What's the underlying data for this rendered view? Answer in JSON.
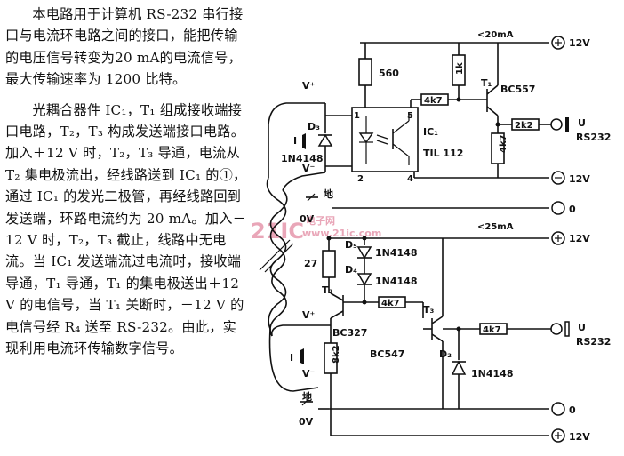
{
  "description": {
    "paragraph1": "本电路用于计算机 RS-232 串行接口与电流环电路之间的接口，能把传输的电压信号转变为20 mA的电流信号，最大传输速率为 1200 比特。",
    "paragraph2": "光耦合器件 IC₁，T₁ 组成接收端接口电路，T₂，T₃ 构成发送端接口电路。加入＋12 V 时，T₂，T₃ 导通，电流从 T₂ 集电极流出，经线路送到 IC₁ 的①，通过 IC₁ 的发光二极管，再经线路回到发送端，环路电流约为 20 mA。加入－12 V 时，T₂，T₃ 截止，线路中无电流。当 IC₁ 发送端流过电流时，接收端导通，T₁ 导通，T₁ 的集电极送出＋12 V 的电信号，当 T₁ 关断时，－12 V 的电信号经 R₄ 送至 RS-232。由此，实现利用电流环传输数字信号。"
  },
  "watermark": {
    "main": "21IC",
    "sub1": "电子网",
    "sub2": "www.21ic.com"
  },
  "circuit": {
    "upper": {
      "current": "<20mA",
      "r_560": "560",
      "r_1k": "1k",
      "r_4k7": "4k7",
      "r_2k2": "2k2",
      "r_4k7_v": "4k7",
      "t1": "T₁",
      "t1_part": "BC557",
      "ic": "IC₁",
      "ic_part": "TIL 112",
      "pin1": "1",
      "pin2": "2",
      "pin4": "4",
      "pin5": "5",
      "d3": "D₃",
      "d3_part": "1N4148",
      "i_label": "I",
      "v_plus": "V⁺",
      "v_minus": "V⁻",
      "gnd_label": "地",
      "zero_v": "0V",
      "rail_p12": "12V",
      "rail_m12": "12V",
      "out_u": "U",
      "out_rs": "RS232"
    },
    "lower": {
      "current": "<25mA",
      "rail_p12": "12V",
      "rail_m12": "12V",
      "rail_zero": "0",
      "d5": "D₅",
      "d5_part": "1N4148",
      "d4": "D₄",
      "d4_part": "1N4148",
      "r_27": "27",
      "t2": "T₂",
      "t2_part": "BC327",
      "r_4k7_b": "4k7",
      "t3": "T₃",
      "t3_part": "BC547",
      "r_4k7_out": "4k7",
      "d2": "D₂",
      "d2_part": "1N4148",
      "r_8k2": "8k2",
      "i_label": "I",
      "v_plus": "V⁺",
      "v_minus": "V⁻",
      "gnd_label": "地",
      "zero_v": "0V",
      "out_u": "U",
      "out_rs": "RS232"
    }
  }
}
